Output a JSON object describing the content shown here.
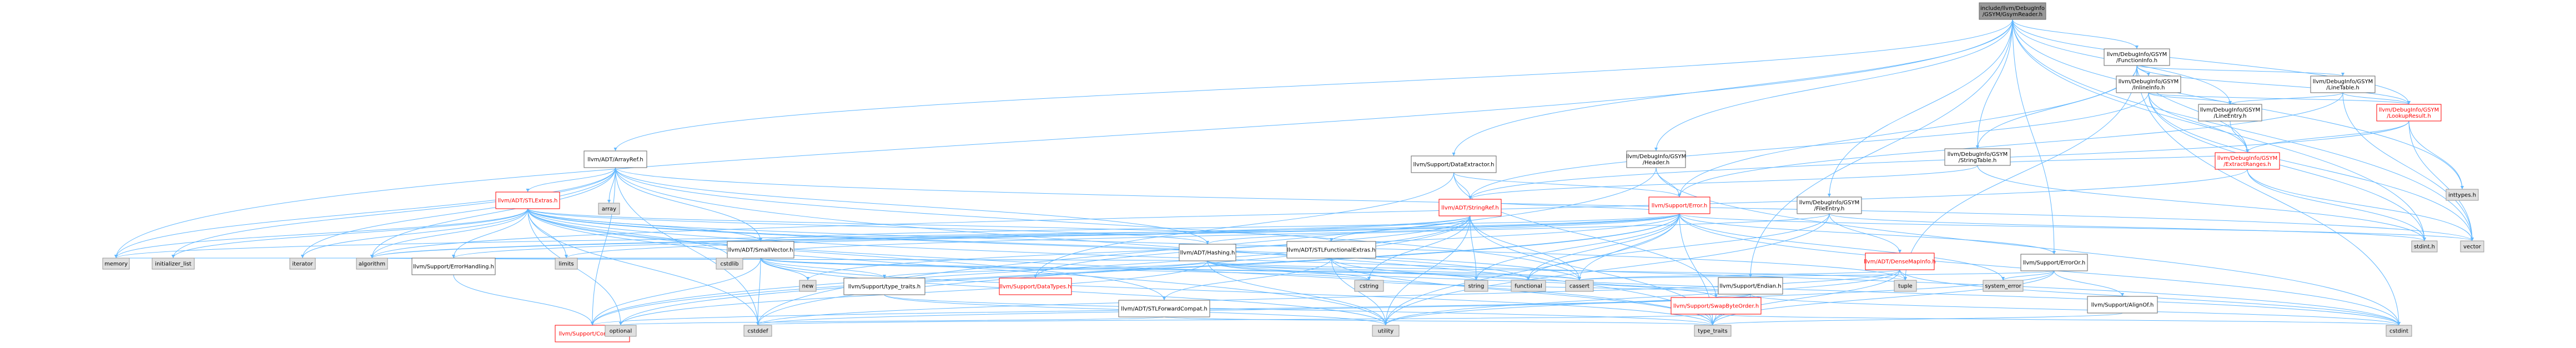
{
  "colors": {
    "edge": "#63b8ff",
    "root_fill": "#999999",
    "normal_fill": "#ffffff",
    "normal_stroke": "#666666",
    "normal_text": "#000000",
    "error_stroke": "#ff0000",
    "error_text": "#ff0000",
    "system_fill": "#e0e0e0",
    "system_stroke": "#999999"
  },
  "nodes": [
    {
      "id": "root",
      "label": "include/llvm/DebugInfo\n/GSYM/GsymReader.h",
      "kind": "root"
    },
    {
      "id": "functioninfo",
      "label": "llvm/DebugInfo/GSYM\n/FunctionInfo.h",
      "kind": "normal"
    },
    {
      "id": "inlineinfo",
      "label": "llvm/DebugInfo/GSYM\n/InlineInfo.h",
      "kind": "normal"
    },
    {
      "id": "linetable",
      "label": "llvm/DebugInfo/GSYM\n/LineTable.h",
      "kind": "normal"
    },
    {
      "id": "lookupresult",
      "label": "llvm/DebugInfo/GSYM\n/LookupResult.h",
      "kind": "error"
    },
    {
      "id": "lineentry",
      "label": "llvm/DebugInfo/GSYM\n/LineEntry.h",
      "kind": "normal"
    },
    {
      "id": "arrayref",
      "label": "llvm/ADT/ArrayRef.h",
      "kind": "normal"
    },
    {
      "id": "dataextractor",
      "label": "llvm/Support/DataExtractor.h",
      "kind": "normal"
    },
    {
      "id": "header",
      "label": "llvm/DebugInfo/GSYM\n/Header.h",
      "kind": "normal"
    },
    {
      "id": "stringtable",
      "label": "llvm/DebugInfo/GSYM\n/StringTable.h",
      "kind": "normal"
    },
    {
      "id": "extractranges",
      "label": "llvm/DebugInfo/GSYM\n/ExtractRanges.h",
      "kind": "error"
    },
    {
      "id": "inttypes",
      "label": "inttypes.h",
      "kind": "system"
    },
    {
      "id": "stlextras",
      "label": "llvm/ADT/STLExtras.h",
      "kind": "error"
    },
    {
      "id": "array",
      "label": "array",
      "kind": "system"
    },
    {
      "id": "stringref",
      "label": "llvm/ADT/StringRef.h",
      "kind": "error"
    },
    {
      "id": "error",
      "label": "llvm/Support/Error.h",
      "kind": "error"
    },
    {
      "id": "fileentry",
      "label": "llvm/DebugInfo/GSYM\n/FileEntry.h",
      "kind": "normal"
    },
    {
      "id": "stdint",
      "label": "stdint.h",
      "kind": "system"
    },
    {
      "id": "vector",
      "label": "vector",
      "kind": "system"
    },
    {
      "id": "smallvector",
      "label": "llvm/ADT/SmallVector.h",
      "kind": "normal"
    },
    {
      "id": "hashing",
      "label": "llvm/ADT/Hashing.h",
      "kind": "normal"
    },
    {
      "id": "stlfunctionalextras",
      "label": "llvm/ADT/STLFunctionalExtras.h",
      "kind": "normal"
    },
    {
      "id": "endian",
      "label": "llvm/Support/Endian.h",
      "kind": "normal"
    },
    {
      "id": "densemapinfo",
      "label": "llvm/ADT/DenseMapInfo.h",
      "kind": "error"
    },
    {
      "id": "erroror",
      "label": "llvm/Support/ErrorOr.h",
      "kind": "normal"
    },
    {
      "id": "memory",
      "label": "memory",
      "kind": "system"
    },
    {
      "id": "initializer_list",
      "label": "initializer_list",
      "kind": "system"
    },
    {
      "id": "iterator",
      "label": "iterator",
      "kind": "system"
    },
    {
      "id": "algorithm",
      "label": "algorithm",
      "kind": "system"
    },
    {
      "id": "errorhandling",
      "label": "llvm/Support/ErrorHandling.h",
      "kind": "normal"
    },
    {
      "id": "limits",
      "label": "limits",
      "kind": "system"
    },
    {
      "id": "cstdlib",
      "label": "cstdlib",
      "kind": "system"
    },
    {
      "id": "new",
      "label": "new",
      "kind": "system"
    },
    {
      "id": "typetraits_llvm",
      "label": "llvm/Support/type_traits.h",
      "kind": "normal"
    },
    {
      "id": "datatypes",
      "label": "llvm/Support/DataTypes.h",
      "kind": "error"
    },
    {
      "id": "cstring",
      "label": "cstring",
      "kind": "system"
    },
    {
      "id": "string",
      "label": "string",
      "kind": "system"
    },
    {
      "id": "functional",
      "label": "functional",
      "kind": "system"
    },
    {
      "id": "cassert",
      "label": "cassert",
      "kind": "system"
    },
    {
      "id": "swapbyteorder",
      "label": "llvm/Support/SwapByteOrder.h",
      "kind": "error"
    },
    {
      "id": "tuple",
      "label": "tuple",
      "kind": "system"
    },
    {
      "id": "system_error",
      "label": "system_error",
      "kind": "system"
    },
    {
      "id": "alignof",
      "label": "llvm/Support/AlignOf.h",
      "kind": "normal"
    },
    {
      "id": "stlforwardcompat",
      "label": "llvm/ADT/STLForwardCompat.h",
      "kind": "normal"
    },
    {
      "id": "compiler",
      "label": "llvm/Support/Compiler.h",
      "kind": "error"
    },
    {
      "id": "optional",
      "label": "optional",
      "kind": "system"
    },
    {
      "id": "cstddef",
      "label": "cstddef",
      "kind": "system"
    },
    {
      "id": "utility",
      "label": "utility",
      "kind": "system"
    },
    {
      "id": "type_traits",
      "label": "type_traits",
      "kind": "system"
    },
    {
      "id": "cstdint",
      "label": "cstdint",
      "kind": "system"
    }
  ],
  "edges": [
    [
      "root",
      "functioninfo"
    ],
    [
      "root",
      "arrayref"
    ],
    [
      "root",
      "dataextractor"
    ],
    [
      "root",
      "header"
    ],
    [
      "root",
      "stringtable"
    ],
    [
      "root",
      "fileentry"
    ],
    [
      "root",
      "lineentry"
    ],
    [
      "root",
      "lookupresult"
    ],
    [
      "root",
      "inttypes"
    ],
    [
      "root",
      "memory"
    ],
    [
      "root",
      "stdint"
    ],
    [
      "root",
      "vector"
    ],
    [
      "root",
      "erroror"
    ],
    [
      "root",
      "endian"
    ],
    [
      "functioninfo",
      "inlineinfo"
    ],
    [
      "functioninfo",
      "linetable"
    ],
    [
      "functioninfo",
      "lookupresult"
    ],
    [
      "functioninfo",
      "extractranges"
    ],
    [
      "functioninfo",
      "stringtable"
    ],
    [
      "functioninfo",
      "error"
    ],
    [
      "functioninfo",
      "tuple"
    ],
    [
      "functioninfo",
      "cstdint"
    ],
    [
      "inlineinfo",
      "lineentry"
    ],
    [
      "inlineinfo",
      "lookupresult"
    ],
    [
      "inlineinfo",
      "extractranges"
    ],
    [
      "inlineinfo",
      "stringref"
    ],
    [
      "inlineinfo",
      "stdint"
    ],
    [
      "inlineinfo",
      "vector"
    ],
    [
      "linetable",
      "lineentry"
    ],
    [
      "linetable",
      "lookupresult"
    ],
    [
      "linetable",
      "vector"
    ],
    [
      "linetable",
      "error"
    ],
    [
      "lookupresult",
      "extractranges"
    ],
    [
      "lookupresult",
      "stringref"
    ],
    [
      "lookupresult",
      "inttypes"
    ],
    [
      "lookupresult",
      "vector"
    ],
    [
      "lineentry",
      "extractranges"
    ],
    [
      "arrayref",
      "stlextras"
    ],
    [
      "arrayref",
      "smallvector"
    ],
    [
      "arrayref",
      "hashing"
    ],
    [
      "arrayref",
      "compiler"
    ],
    [
      "arrayref",
      "algorithm"
    ],
    [
      "arrayref",
      "array"
    ],
    [
      "arrayref",
      "cassert"
    ],
    [
      "arrayref",
      "cstddef"
    ],
    [
      "arrayref",
      "initializer_list"
    ],
    [
      "arrayref",
      "iterator"
    ],
    [
      "arrayref",
      "memory"
    ],
    [
      "arrayref",
      "type_traits"
    ],
    [
      "arrayref",
      "vector"
    ],
    [
      "dataextractor",
      "stringref"
    ],
    [
      "dataextractor",
      "error"
    ],
    [
      "dataextractor",
      "datatypes"
    ],
    [
      "dataextractor",
      "swapbyteorder"
    ],
    [
      "header",
      "error"
    ],
    [
      "header",
      "cstddef"
    ],
    [
      "header",
      "cstdint"
    ],
    [
      "stringtable",
      "extractranges"
    ],
    [
      "stringtable",
      "stringref"
    ],
    [
      "stringtable",
      "stdint"
    ],
    [
      "extractranges",
      "stdint"
    ],
    [
      "extractranges",
      "vector"
    ],
    [
      "extractranges",
      "algorithm"
    ],
    [
      "stlextras",
      "stlfunctionalextras"
    ],
    [
      "stlextras",
      "stlforwardcompat"
    ],
    [
      "stlextras",
      "errorhandling"
    ],
    [
      "stlextras",
      "smallvector"
    ],
    [
      "stlextras",
      "hashing"
    ],
    [
      "stlextras",
      "algorithm"
    ],
    [
      "stlextras",
      "cassert"
    ],
    [
      "stlextras",
      "cstddef"
    ],
    [
      "stlextras",
      "cstdint"
    ],
    [
      "stlextras",
      "cstdlib"
    ],
    [
      "stlextras",
      "functional"
    ],
    [
      "stlextras",
      "initializer_list"
    ],
    [
      "stlextras",
      "iterator"
    ],
    [
      "stlextras",
      "limits"
    ],
    [
      "stlextras",
      "memory"
    ],
    [
      "stlextras",
      "optional"
    ],
    [
      "stlextras",
      "tuple"
    ],
    [
      "stlextras",
      "type_traits"
    ],
    [
      "stlextras",
      "utility"
    ],
    [
      "stringref",
      "stlfunctionalextras"
    ],
    [
      "stringref",
      "datatypes"
    ],
    [
      "stringref",
      "compiler"
    ],
    [
      "stringref",
      "algorithm"
    ],
    [
      "stringref",
      "cassert"
    ],
    [
      "stringref",
      "cstddef"
    ],
    [
      "stringref",
      "cstring"
    ],
    [
      "stringref",
      "limits"
    ],
    [
      "stringref",
      "string"
    ],
    [
      "stringref",
      "type_traits"
    ],
    [
      "stringref",
      "utility"
    ],
    [
      "error",
      "errorhandling"
    ],
    [
      "error",
      "erroror"
    ],
    [
      "error",
      "smallvector"
    ],
    [
      "error",
      "stringref"
    ],
    [
      "error",
      "compiler"
    ],
    [
      "error",
      "algorithm"
    ],
    [
      "error",
      "cassert"
    ],
    [
      "error",
      "cstdint"
    ],
    [
      "error",
      "cstdlib"
    ],
    [
      "error",
      "functional"
    ],
    [
      "error",
      "memory"
    ],
    [
      "error",
      "new"
    ],
    [
      "error",
      "optional"
    ],
    [
      "error",
      "string"
    ],
    [
      "error",
      "system_error"
    ],
    [
      "error",
      "type_traits"
    ],
    [
      "error",
      "utility"
    ],
    [
      "error",
      "vector"
    ],
    [
      "fileentry",
      "densemapinfo"
    ],
    [
      "fileentry",
      "hashing"
    ],
    [
      "fileentry",
      "functional"
    ],
    [
      "fileentry",
      "stdint"
    ],
    [
      "fileentry",
      "utility"
    ],
    [
      "smallvector",
      "compiler"
    ],
    [
      "smallvector",
      "typetraits_llvm"
    ],
    [
      "smallvector",
      "algorithm"
    ],
    [
      "smallvector",
      "cassert"
    ],
    [
      "smallvector",
      "cstddef"
    ],
    [
      "smallvector",
      "cstdlib"
    ],
    [
      "smallvector",
      "cstring"
    ],
    [
      "smallvector",
      "functional"
    ],
    [
      "smallvector",
      "initializer_list"
    ],
    [
      "smallvector",
      "iterator"
    ],
    [
      "smallvector",
      "limits"
    ],
    [
      "smallvector",
      "memory"
    ],
    [
      "smallvector",
      "new"
    ],
    [
      "smallvector",
      "type_traits"
    ],
    [
      "smallvector",
      "utility"
    ],
    [
      "hashing",
      "errorhandling"
    ],
    [
      "hashing",
      "swapbyteorder"
    ],
    [
      "hashing",
      "typetraits_llvm"
    ],
    [
      "hashing",
      "algorithm"
    ],
    [
      "hashing",
      "cassert"
    ],
    [
      "hashing",
      "cstring"
    ],
    [
      "hashing",
      "optional"
    ],
    [
      "hashing",
      "string"
    ],
    [
      "hashing",
      "tuple"
    ],
    [
      "hashing",
      "utility"
    ],
    [
      "stlfunctionalextras",
      "stlforwardcompat"
    ],
    [
      "stlfunctionalextras",
      "cstdint"
    ],
    [
      "stlfunctionalextras",
      "type_traits"
    ],
    [
      "stlfunctionalextras",
      "utility"
    ],
    [
      "endian",
      "compiler"
    ],
    [
      "endian",
      "swapbyteorder"
    ],
    [
      "endian",
      "cassert"
    ],
    [
      "endian",
      "cstddef"
    ],
    [
      "endian",
      "cstdint"
    ],
    [
      "endian",
      "cstring"
    ],
    [
      "endian",
      "type_traits"
    ],
    [
      "densemapinfo",
      "cassert"
    ],
    [
      "densemapinfo",
      "cstddef"
    ],
    [
      "densemapinfo",
      "cstdint"
    ],
    [
      "densemapinfo",
      "tuple"
    ],
    [
      "densemapinfo",
      "type_traits"
    ],
    [
      "densemapinfo",
      "utility"
    ],
    [
      "erroror",
      "alignof"
    ],
    [
      "erroror",
      "cassert"
    ],
    [
      "erroror",
      "system_error"
    ],
    [
      "erroror",
      "type_traits"
    ],
    [
      "erroror",
      "utility"
    ],
    [
      "errorhandling",
      "compiler"
    ],
    [
      "typetraits_llvm",
      "utility"
    ],
    [
      "typetraits_llvm",
      "type_traits"
    ],
    [
      "swapbyteorder",
      "cstddef"
    ],
    [
      "swapbyteorder",
      "cstdint"
    ],
    [
      "swapbyteorder",
      "type_traits"
    ],
    [
      "alignof",
      "type_traits"
    ],
    [
      "stlforwardcompat",
      "optional"
    ],
    [
      "stlforwardcompat",
      "type_traits"
    ]
  ]
}
